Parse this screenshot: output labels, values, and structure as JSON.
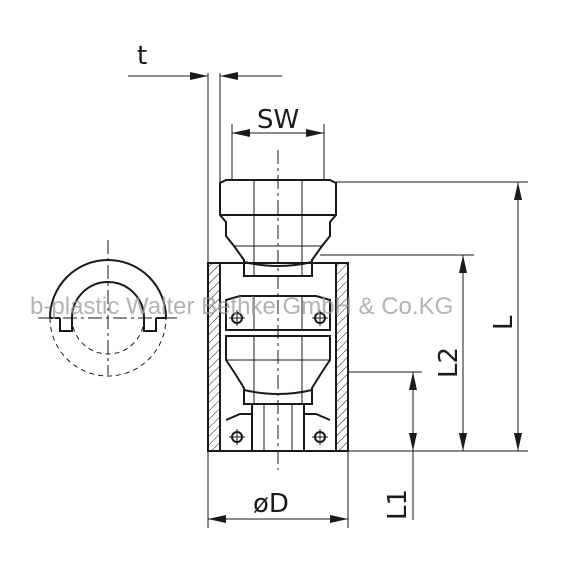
{
  "labels": {
    "thickness": "t",
    "wrench_size": "SW",
    "length_total": "L",
    "length_2": "L2",
    "length_1": "L1",
    "diameter": "øD"
  },
  "watermark": "b-plastic Walter Bethke GmbH & Co.KG",
  "colors": {
    "line": "#1a1a1a",
    "watermark": "#9a9a9a",
    "background": "#ffffff"
  }
}
